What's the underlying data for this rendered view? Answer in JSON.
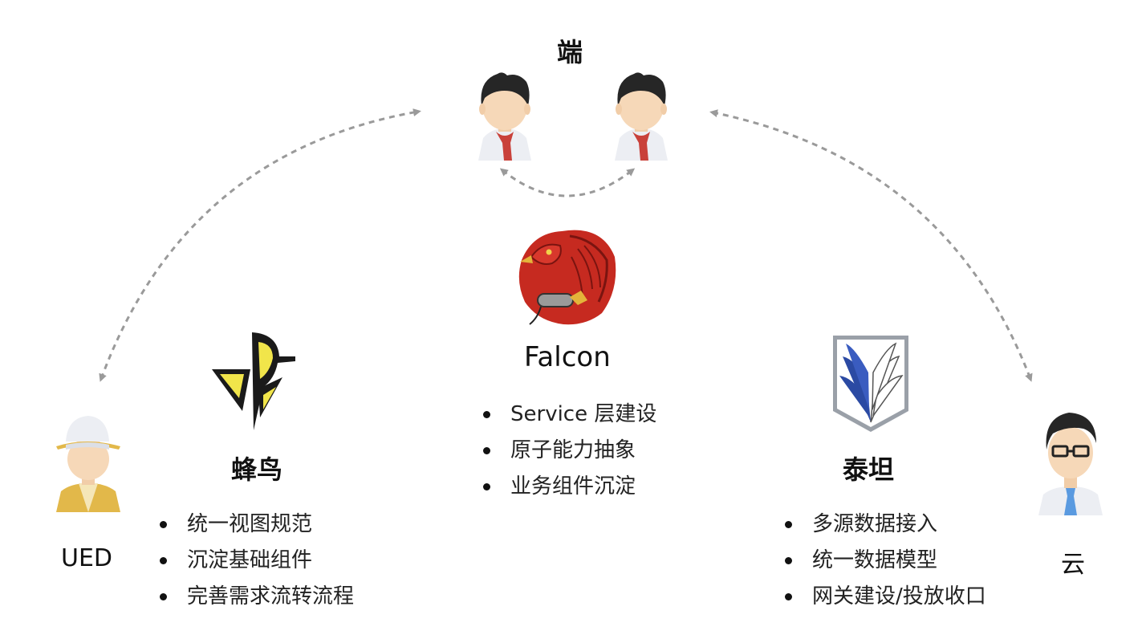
{
  "top_title": "端",
  "nodes": {
    "ued": {
      "label": "UED"
    },
    "cloud": {
      "label": "云"
    }
  },
  "projects": {
    "fengniao": {
      "title": "蜂鸟",
      "bullets": [
        "统一视图规范",
        "沉淀基础组件",
        "完善需求流转流程"
      ]
    },
    "falcon": {
      "title": "Falcon",
      "bullets": [
        "Service 层建设",
        "原子能力抽象",
        "业务组件沉淀"
      ]
    },
    "taitan": {
      "title": "泰坦",
      "bullets": [
        "多源数据接入",
        "统一数据模型",
        "网关建设/投放收口"
      ]
    }
  },
  "colors": {
    "arrow": "#9a9a9a",
    "skin": "#f6d8b8",
    "hair": "#262626",
    "tie": "#c9413a",
    "falcon_red": "#c62a20",
    "wings_blue": "#2b4aa3",
    "bird_yellow": "#f1e54a"
  },
  "icons": [
    "person-icon",
    "developer-icon",
    "designer-icon",
    "cloud-engineer-icon",
    "falcon-logo-icon",
    "fengniao-logo-icon",
    "taitan-logo-icon"
  ]
}
